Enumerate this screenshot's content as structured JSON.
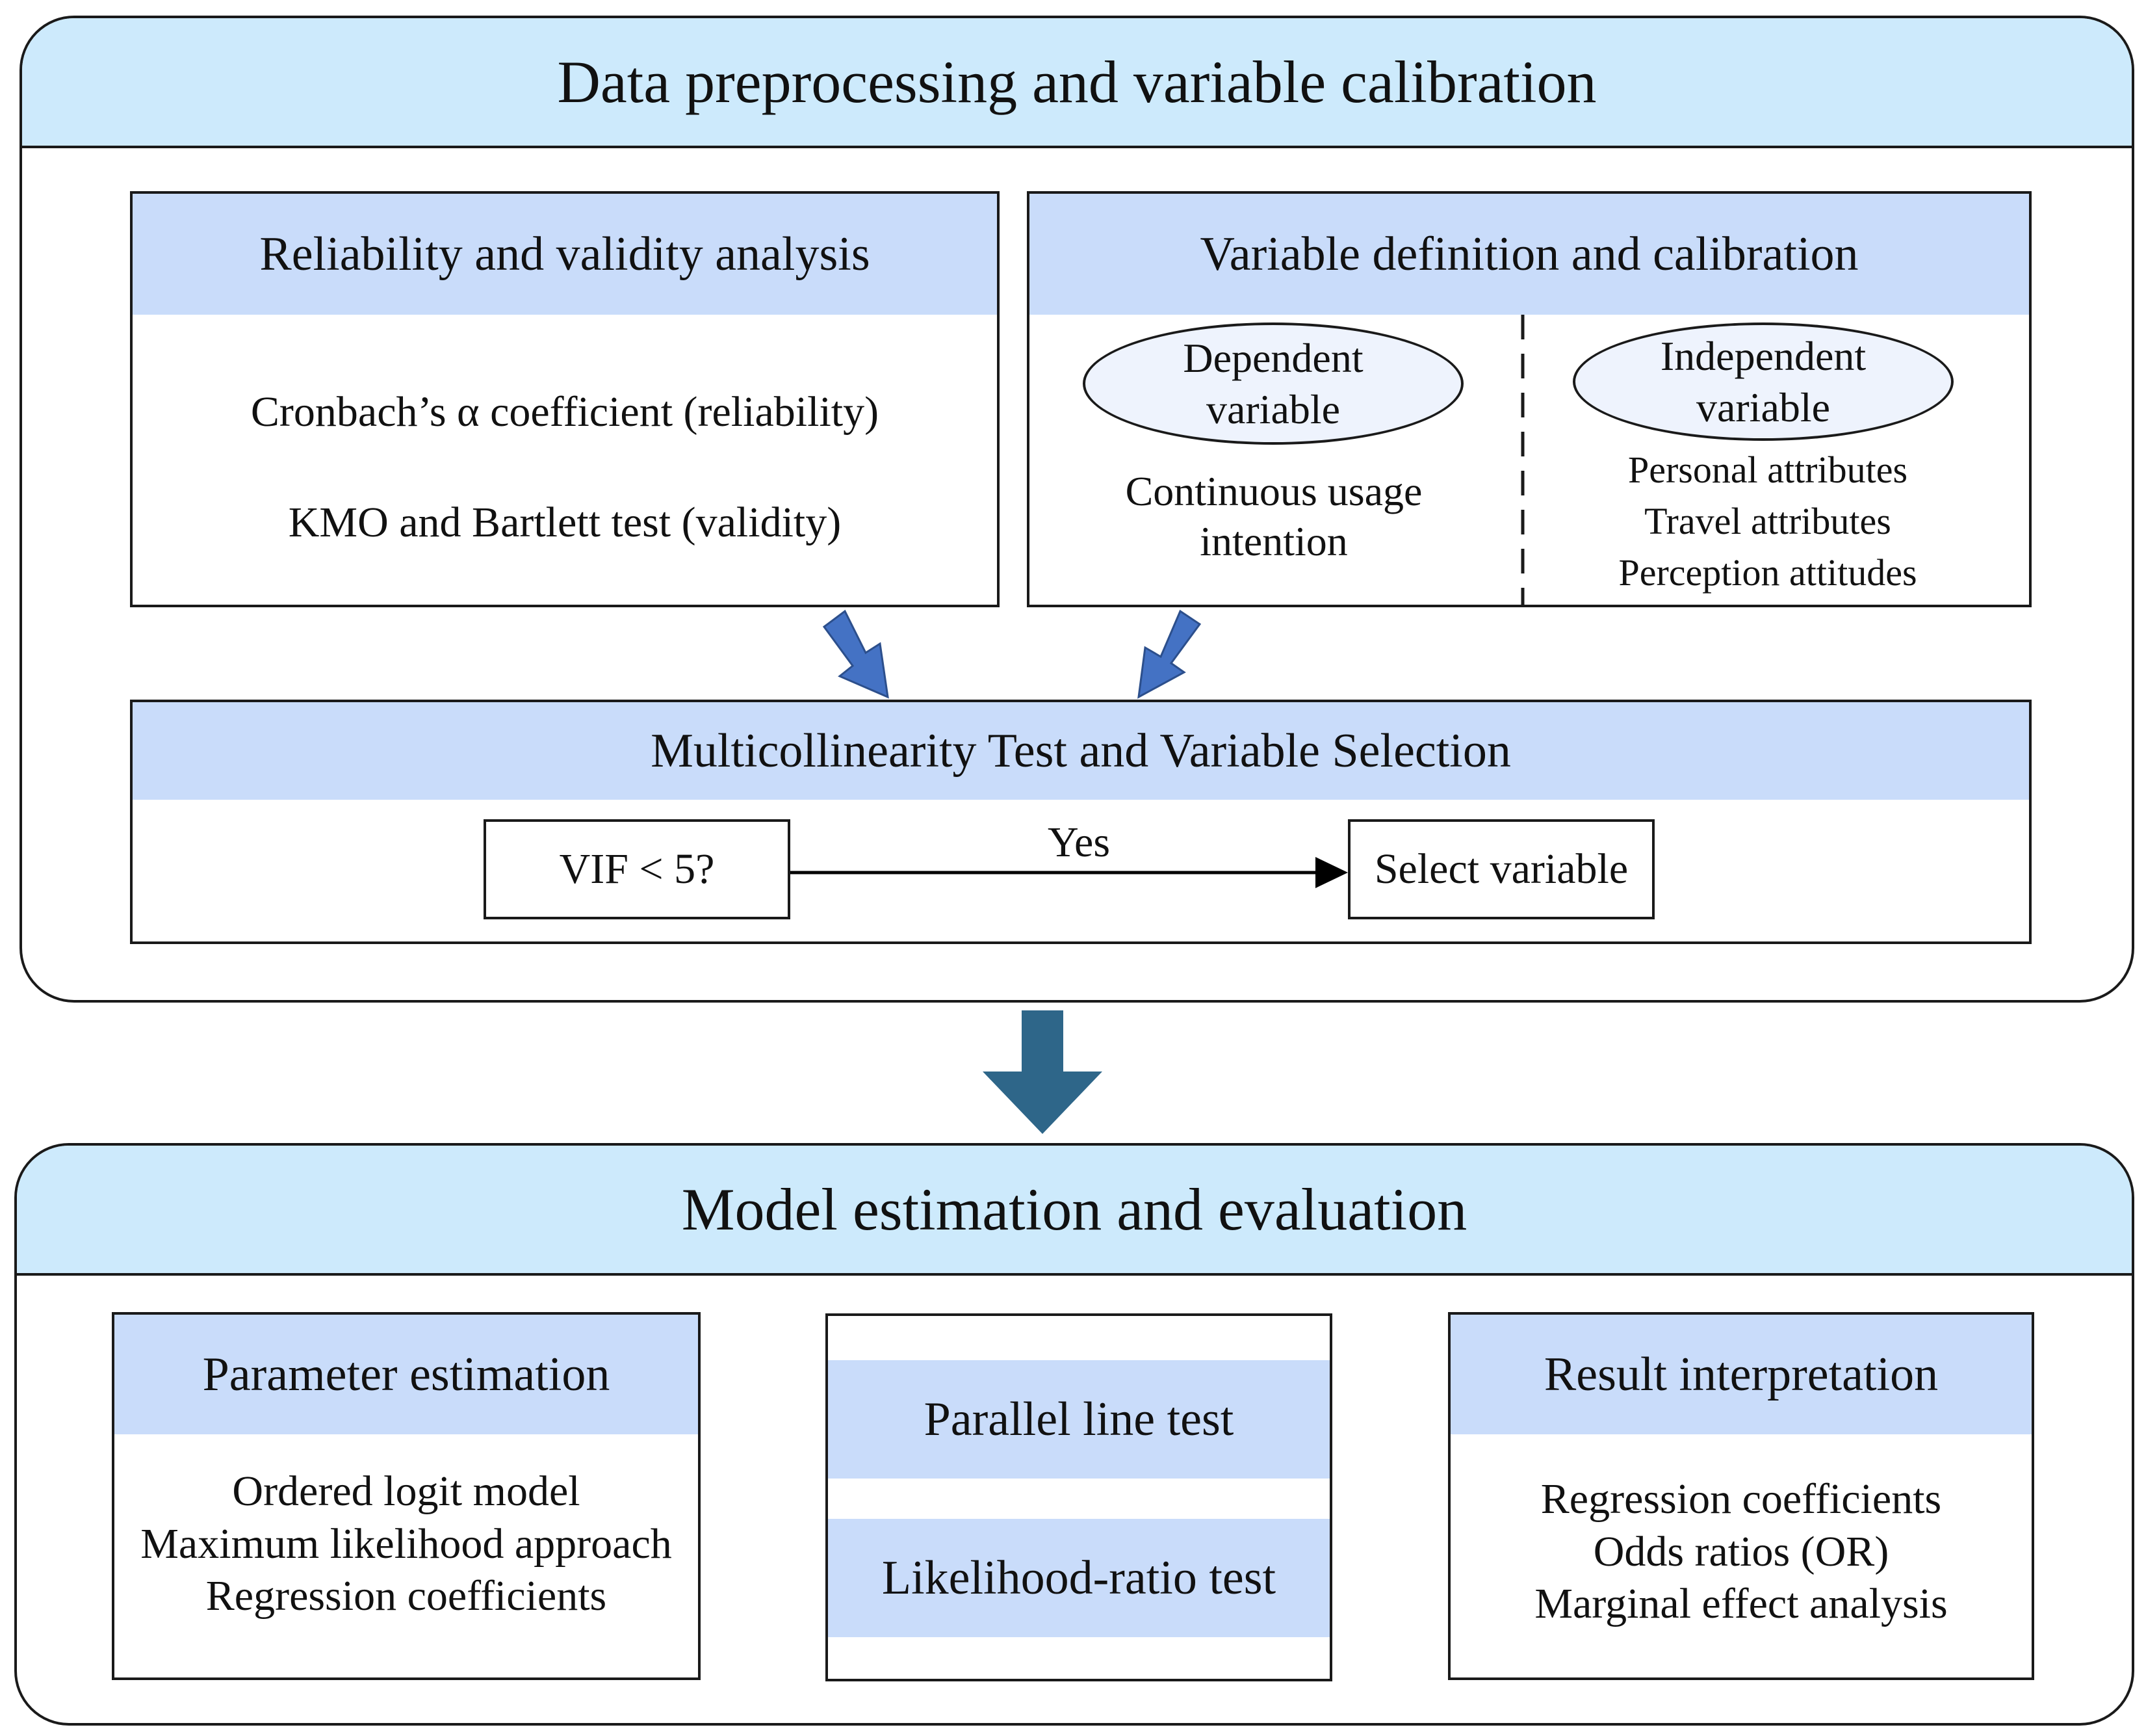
{
  "top_panel": {
    "title": "Data preprocessing and variable calibration",
    "reliability": {
      "title": "Reliability and validity analysis",
      "line1": "Cronbach’s α coefficient (reliability)",
      "line2": "KMO and Bartlett test (validity)"
    },
    "variables": {
      "title": "Variable definition and calibration",
      "dependent": {
        "oval_line1": "Dependent",
        "oval_line2": "variable",
        "desc_line1": "Continuous usage",
        "desc_line2": "intention"
      },
      "independent": {
        "oval_line1": "Independent",
        "oval_line2": "variable",
        "items": [
          "Personal attributes",
          "Travel attributes",
          "Perception attitudes"
        ]
      }
    },
    "multicollinearity": {
      "title": "Multicollinearity Test and Variable Selection",
      "condition": "VIF < 5?",
      "edge_label": "Yes",
      "result": "Select variable"
    }
  },
  "bottom_panel": {
    "title": "Model estimation and evaluation",
    "parameter": {
      "title": "Parameter estimation",
      "lines": [
        "Ordered logit model",
        "Maximum likelihood approach",
        "Regression coefficients"
      ]
    },
    "tests": {
      "test1": "Parallel line test",
      "test2": "Likelihood-ratio test"
    },
    "result": {
      "title": "Result interpretation",
      "lines": [
        "Regression coefficients",
        "Odds ratios (OR)",
        "Marginal effect analysis"
      ]
    }
  },
  "colors": {
    "panel_header": "#cdeafc",
    "box_header": "#c9dcfa",
    "oval_fill": "#eef3fd",
    "small_arrow": "#4472c4",
    "big_arrow": "#2e6689",
    "border": "#1a1a1a"
  }
}
